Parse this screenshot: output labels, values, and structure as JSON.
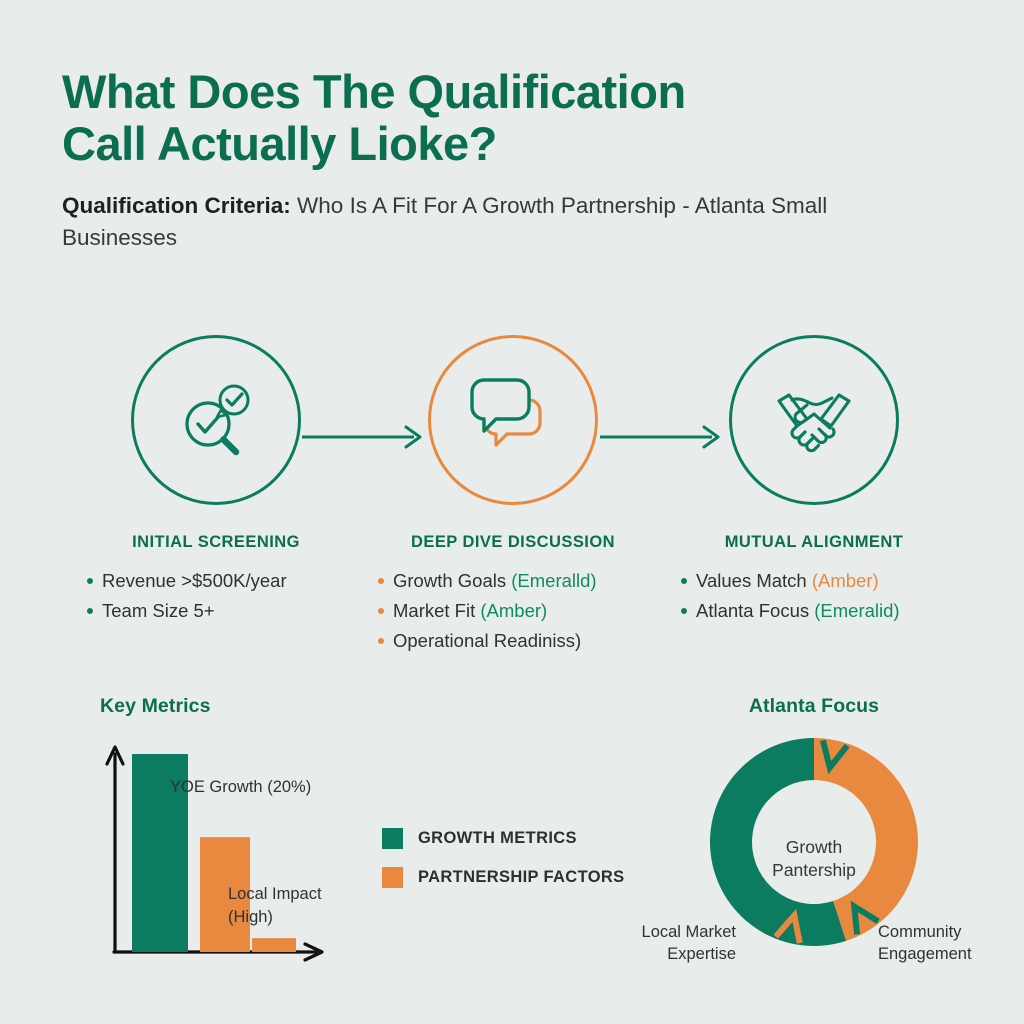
{
  "theme": {
    "background": "#e8edeb",
    "emerald": "#0b7c5f",
    "emerald_dark": "#0b6e51",
    "amber": "#e8893f",
    "text": "#2e3234"
  },
  "header": {
    "title_line1": "What Does The Qualification",
    "title_line2": "Call Actually Lioke?",
    "subtitle_lead": "Qualification Criteria:",
    "subtitle_rest": " Who Is A Fit For A Growth Partnership - Atlanta Small Businesses"
  },
  "steps": [
    {
      "icon": "magnifier-check-icon",
      "accent": "#0b7c5f",
      "title": "INITIAL SCREENING",
      "bullets": [
        {
          "text": "Revenue >$500K/year",
          "tag": "",
          "tag_color": ""
        },
        {
          "text": "Team Size 5+",
          "tag": "",
          "tag_color": ""
        }
      ]
    },
    {
      "icon": "speech-bubbles-icon",
      "accent": "#e8893f",
      "title": "DEEP DIVE DISCUSSION",
      "bullets": [
        {
          "text": "Growth Goals ",
          "tag": "(Emeralld)",
          "tag_color": "green"
        },
        {
          "text": "Market Fit ",
          "tag": "(Amber)",
          "tag_color": "green"
        },
        {
          "text": "Operational Readiniss)",
          "tag": "",
          "tag_color": ""
        }
      ]
    },
    {
      "icon": "handshake-icon",
      "accent": "#0b7c5f",
      "title": "MUTUAL ALIGNMENT",
      "bullets": [
        {
          "text": "Values Match ",
          "tag": "(Amber)",
          "tag_color": "amber"
        },
        {
          "text": "Atlanta Focus ",
          "tag": "(Emeralid)",
          "tag_color": "green"
        }
      ]
    }
  ],
  "legend": [
    {
      "label": "GROWTH METRICS",
      "color": "#0b7c5f"
    },
    {
      "label": "PARTNERSHIP FACTORS",
      "color": "#e8893f"
    }
  ],
  "chart_data": [
    {
      "type": "bar",
      "title": "Key Metrics",
      "categories": [
        "YOE Growth (20%)",
        "Local Impact (High)",
        ""
      ],
      "values": [
        100,
        58,
        7
      ],
      "colors": [
        "#0b7c5f",
        "#e8893f",
        "#e8893f"
      ],
      "labels": [
        "YOE Growth (20%)",
        "Local Impact\n(High)"
      ],
      "xlabel": "",
      "ylabel": "",
      "ylim": [
        0,
        100
      ],
      "grid": false,
      "axes": "arrow-axes"
    },
    {
      "type": "pie",
      "title": "Atlanta Focus",
      "variant": "donut",
      "center_line1": "Growth",
      "center_line2": "Pantership",
      "categories": [
        "Local Market Expertise",
        "Community Engagement"
      ],
      "values": [
        55,
        45
      ],
      "colors": [
        "#0b7c5f",
        "#e8893f"
      ],
      "labels": [
        "Local Market\nExpertise",
        "Community\nEngagement"
      ],
      "legend_position": "outside"
    }
  ]
}
